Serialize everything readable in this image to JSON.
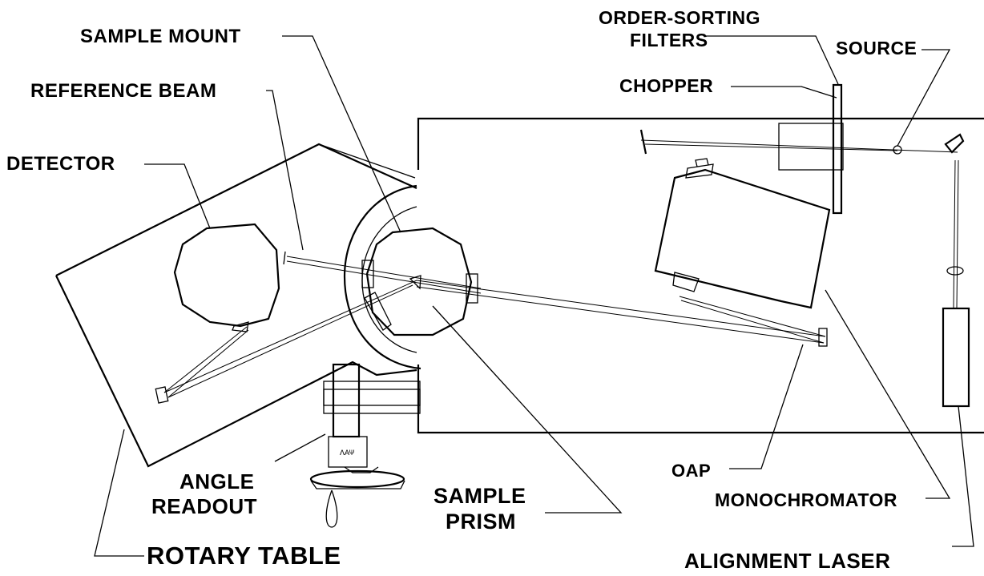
{
  "labels": {
    "sample_mount": "SAMPLE MOUNT",
    "order_sorting_1": "ORDER-SORTING",
    "order_sorting_2": "FILTERS",
    "source": "SOURCE",
    "reference_beam": "REFERENCE BEAM",
    "chopper": "CHOPPER",
    "detector": "DETECTOR",
    "angle_1": "ANGLE",
    "angle_2": "READOUT",
    "sample_prism_1": "SAMPLE",
    "sample_prism_2": "PRISM",
    "oap": "OAP",
    "monochromator": "MONOCHROMATOR",
    "rotary_table": "ROTARY TABLE",
    "alignment_laser": "ALIGNMENT LASER"
  },
  "colors": {
    "ink": "#000000",
    "paper": "#ffffff"
  }
}
